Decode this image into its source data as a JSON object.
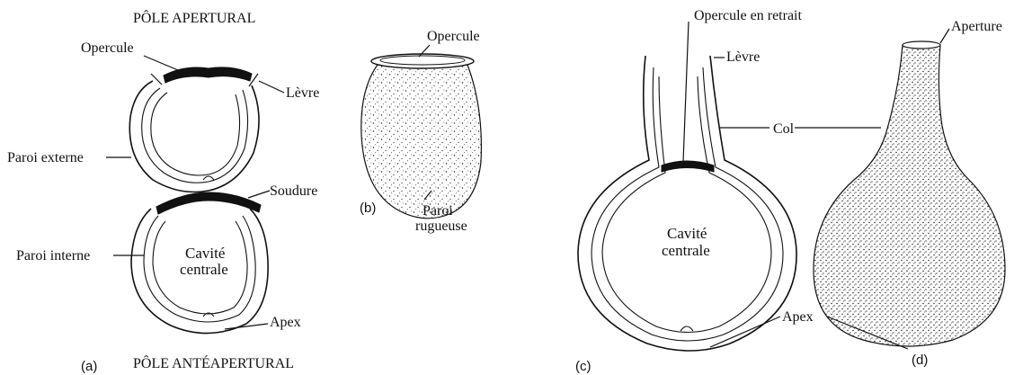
{
  "panels": {
    "a": {
      "letter": "(a)",
      "top_title": "PÔLE APERTURAL",
      "bottom_title": "PÔLE ANTÉAPERTURAL",
      "labels": {
        "opercule": "Opercule",
        "levre": "Lèvre",
        "paroi_externe": "Paroi  externe",
        "soudure": "Soudure",
        "paroi_interne": "Paroi interne",
        "cavite_1": "Cavité",
        "cavite_2": "centrale",
        "apex": "Apex"
      }
    },
    "b": {
      "letter": "(b)",
      "labels": {
        "opercule": "Opercule",
        "paroi_1": "Paroi",
        "paroi_2": "rugueuse"
      }
    },
    "c": {
      "letter": "(c)",
      "labels": {
        "opercule_retrait": "Opercule en retrait",
        "levre": "Lèvre",
        "col": "Col",
        "cavite_1": "Cavité",
        "cavite_2": "centrale",
        "apex": "Apex"
      }
    },
    "d": {
      "letter": "(d)",
      "labels": {
        "aperture": "Aperture"
      }
    }
  }
}
